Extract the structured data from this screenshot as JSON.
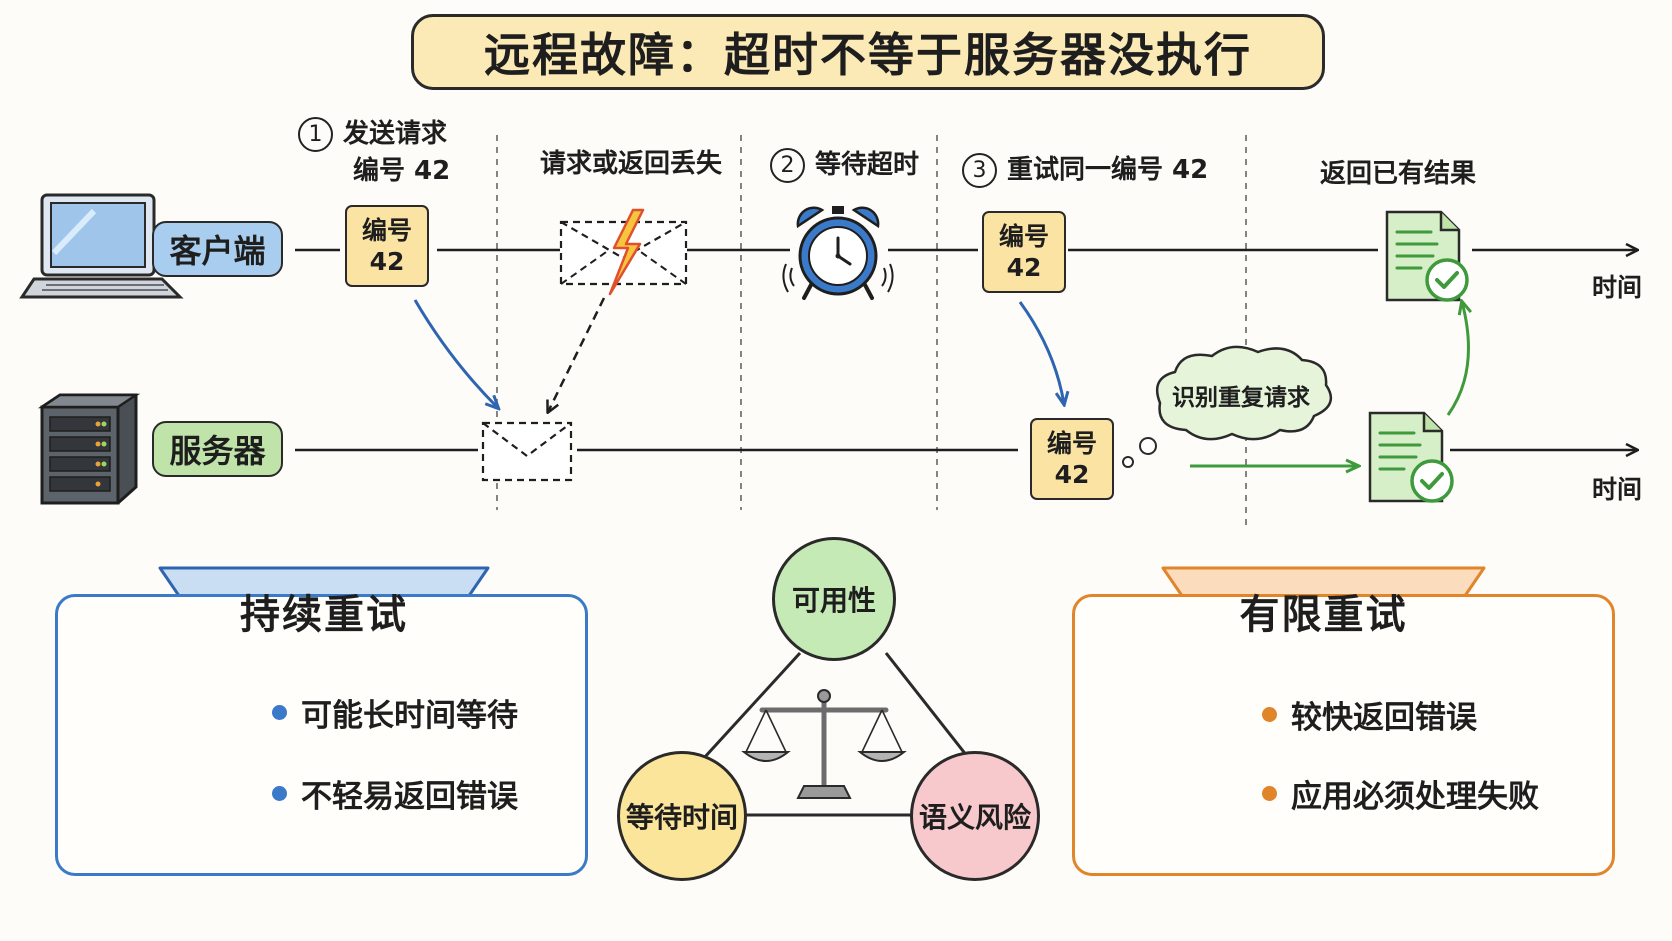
{
  "title": "远程故障：超时不等于服务器没执行",
  "roles": {
    "client": "客户端",
    "server": "服务器"
  },
  "steps": {
    "send_line1": "发送请求",
    "send_line2": "编号 42",
    "send_num": "1",
    "lost": "请求或返回丢失",
    "wait": "等待超时",
    "wait_num": "2",
    "retry": "重试同一编号 42",
    "retry_num": "3",
    "result": "返回已有结果"
  },
  "id_card": {
    "label": "编号",
    "value": "42"
  },
  "dedupe_bubble": "识别重复请求",
  "time_axis": "时间",
  "persistent_retry": {
    "title": "持续重试",
    "items": [
      "可能长时间等待",
      "不轻易返回错误"
    ]
  },
  "tradeoff": {
    "top": "可用性",
    "left": "等待时间",
    "right": "语义风险"
  },
  "limited_retry": {
    "title": "有限重试",
    "items": [
      "较快返回错误",
      "应用必须处理失败"
    ]
  },
  "colors": {
    "title_bg": "#fbe9b6",
    "client": "#a8cdee",
    "server": "#bfe3a8",
    "id_card": "#fbe3a4",
    "blue": "#3a7ac9",
    "orange": "#e0852a",
    "green": "#3f9a3c",
    "tri_top": "#c6eab6",
    "tri_left": "#fbe59a",
    "tri_right": "#f7c9cc"
  },
  "icons": [
    "laptop-icon",
    "server-rack-icon",
    "envelope-icon",
    "lightning-icon",
    "alarm-clock-icon",
    "document-check-icon",
    "refresh-cycle-icon",
    "balance-scale-icon",
    "hourglass-icon"
  ]
}
